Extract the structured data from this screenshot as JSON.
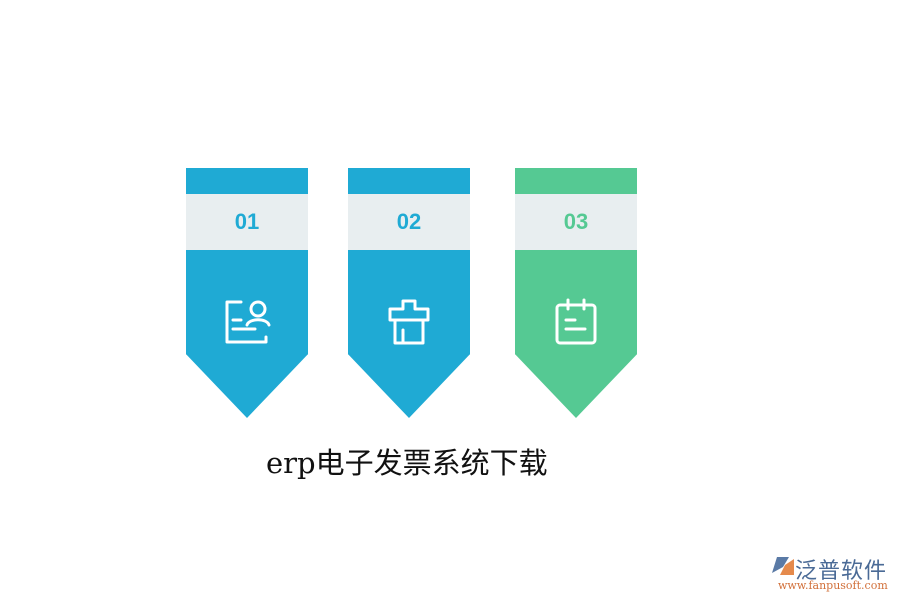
{
  "colors": {
    "blue": "#1FAAD4",
    "green": "#55C993",
    "number_band": "#E8EEF0",
    "icon_stroke": "#FFFFFF"
  },
  "cards": [
    {
      "number": "01",
      "color": "#1FAAD4",
      "icon": "user-document-icon"
    },
    {
      "number": "02",
      "color": "#1FAAD4",
      "icon": "gift-box-icon"
    },
    {
      "number": "03",
      "color": "#55C993",
      "icon": "calendar-icon"
    }
  ],
  "title": "erp电子发票系统下载",
  "logo": {
    "brand": "泛普软件",
    "url": "www.fanpusoft.com"
  }
}
